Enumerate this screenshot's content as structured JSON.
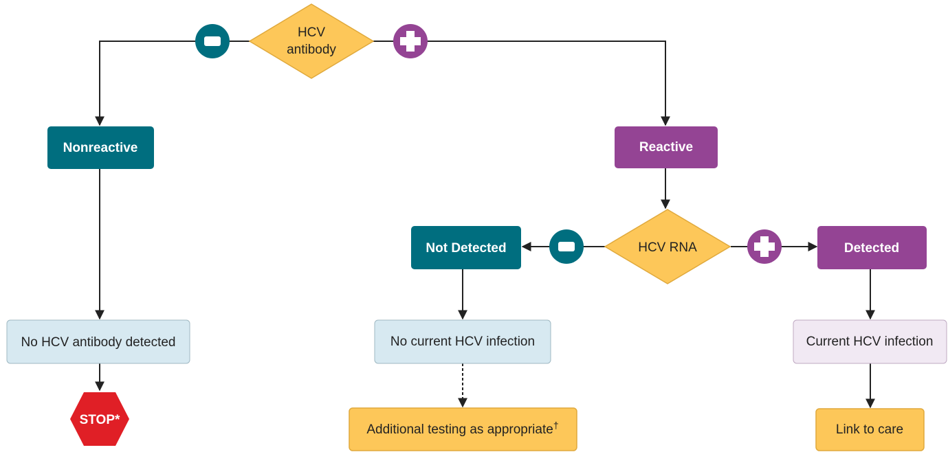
{
  "colors": {
    "teal": "#006e7f",
    "purple": "#944494",
    "gold": "#fdc759",
    "gold_border": "#e0a93c",
    "light_blue": "#d7e9f1",
    "light_purple": "#f1e9f3",
    "stop_red": "#e01f26",
    "line": "#222222"
  },
  "nodes": {
    "antibody_test": {
      "line1": "HCV",
      "line2": "antibody"
    },
    "nonreactive": "Nonreactive",
    "reactive": "Reactive",
    "rna_test": "HCV RNA",
    "not_detected": "Not Detected",
    "detected": "Detected",
    "no_antibody": "No HCV antibody detected",
    "no_current_infection": "No current HCV infection",
    "current_infection": "Current HCV infection",
    "stop": "STOP*",
    "additional_testing": "Additional testing as appropriate",
    "additional_testing_note": "†",
    "link_to_care": "Link to care"
  },
  "signs": {
    "negative_icon": "minus-circle-icon",
    "positive_icon": "plus-circle-icon"
  }
}
